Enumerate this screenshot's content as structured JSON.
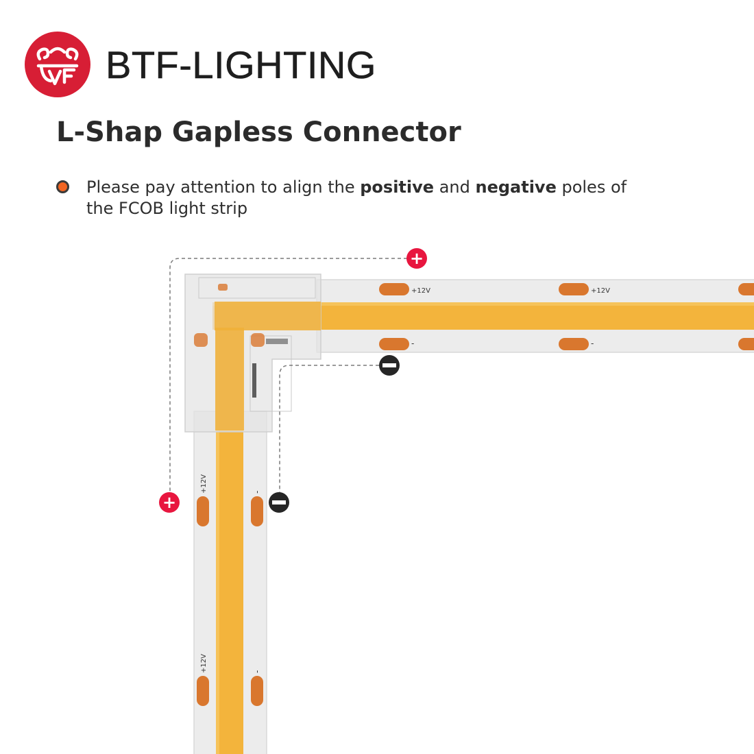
{
  "brand": {
    "name": "BTF-LIGHTING",
    "logo_icon": "btf-logo-mark",
    "logo_color": "#d71e35"
  },
  "title": "L-Shap Gapless Connector",
  "note": {
    "bullet_color": "#f26522",
    "part1": "Please pay attention to align the ",
    "positive": "positive",
    "part2": " and ",
    "negative": "negative",
    "part3": " poles of the FCOB light strip"
  },
  "diagram": {
    "pad_label_positive": "+12V",
    "pad_label_negative": "-",
    "positive_marker": "+",
    "negative_marker": "−",
    "colors": {
      "strip": "#ececec",
      "cob": "#f3b43c",
      "pad": "#d9772e",
      "positive": "#e8163f",
      "negative": "#262626"
    }
  }
}
